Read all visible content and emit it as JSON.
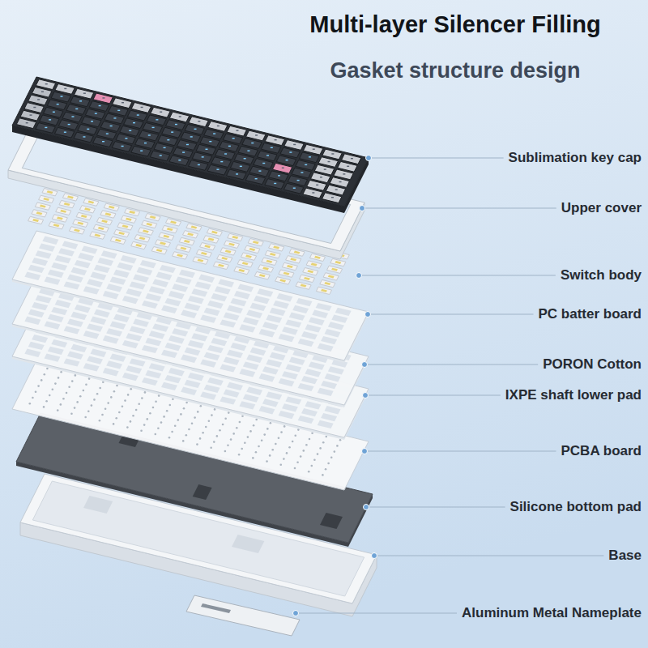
{
  "diagram": {
    "title": "Multi-layer Silencer Filling",
    "labels": [
      "Gasket structure design",
      "Sublimation key cap",
      "Upper cover",
      "Switch body",
      "PC batter board",
      "PORON Cotton",
      "IXPE shaft lower pad",
      "PCBA board",
      "Silicone bottom pad",
      "Base",
      "Aluminum Metal Nameplate"
    ]
  }
}
